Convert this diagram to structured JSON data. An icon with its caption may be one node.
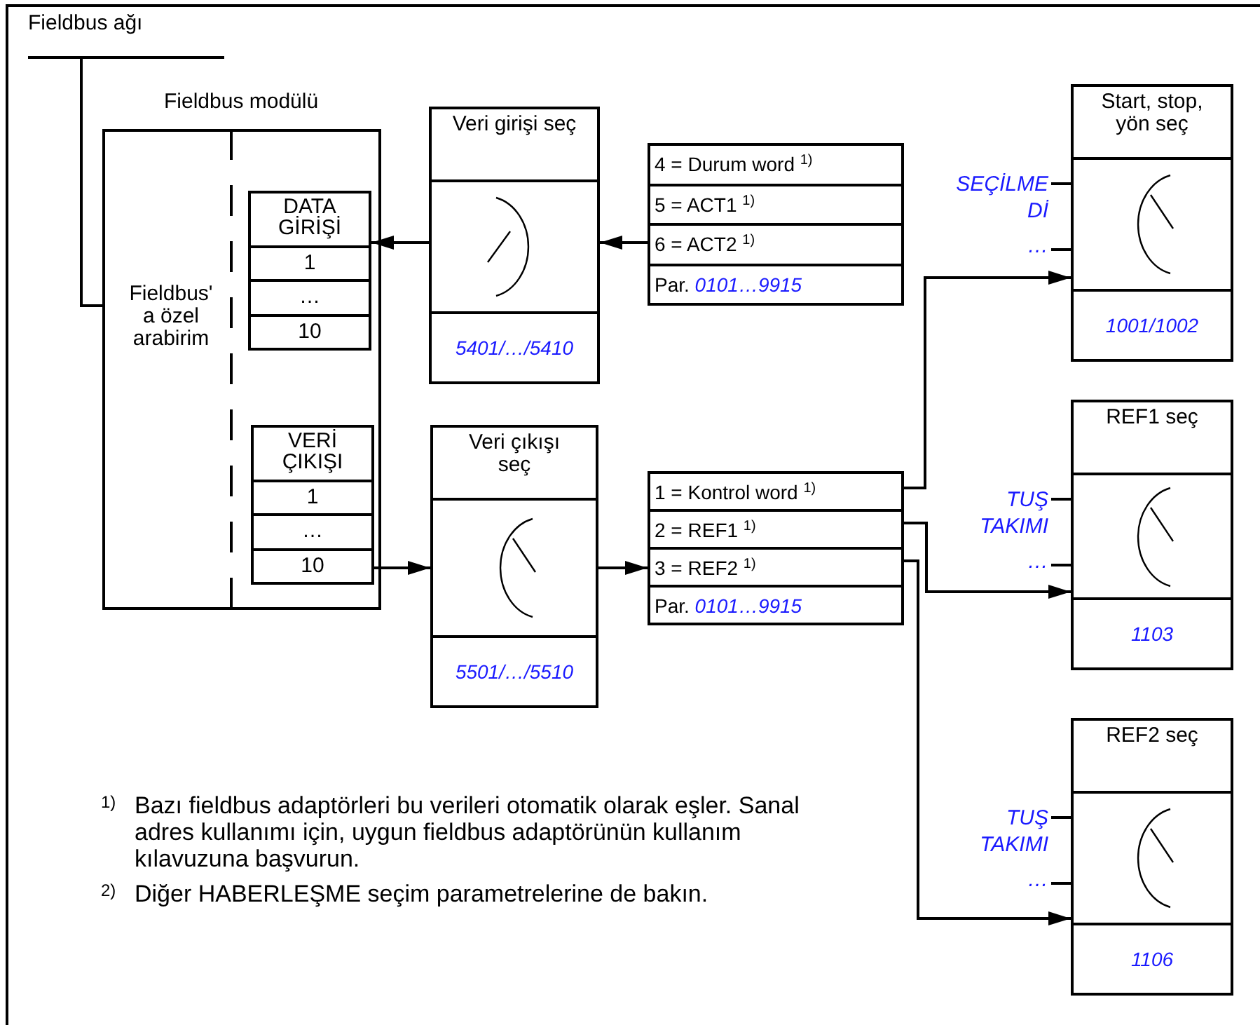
{
  "diagram": {
    "nodes": [
      {
        "text": [
          "Fieldbus ağı"
        ]
      },
      {
        "text": [
          "Fieldbus modülü",
          "Fieldbus' a özel arabirim"
        ]
      },
      {
        "text": [
          "DATA GİRİŞİ",
          "1",
          "…",
          "10"
        ],
        "in": 1
      },
      {
        "text": [
          "VERİ ÇIKIŞI",
          "1",
          "…",
          "10"
        ],
        "in": 1
      },
      {
        "text": [
          "Veri girişi seç",
          "5401/…/5410"
        ]
      },
      {
        "text": [
          "4 = Durum word $^{1)}$",
          "5 = ACT1 $^{1)}$",
          "6 = ACT2 $^{1)}$",
          "Par. *0101…9915*"
        ]
      },
      {
        "text": [
          "Veri çıkışı seç",
          "5501/…/5510"
        ]
      },
      {
        "text": [
          "1 = Kontrol word $^{1)}$",
          "2 = REF1 $^{1)}$",
          "3 = REF2 $^{1)}$",
          "Par. *0101…9915*"
        ]
      },
      {
        "text": [
          "Start, stop, yön seç",
          "1001/1002"
        ],
        "beside": [
          "SEÇİLME Dİ",
          "…"
        ]
      },
      {
        "text": [
          "REF1 seç",
          "1103"
        ],
        "beside": [
          "TUŞ TAKIMI",
          "…"
        ]
      },
      {
        "text": [
          "REF2 seç",
          "1106"
        ],
        "beside": [
          "TUŞ TAKIMI",
          "…"
        ]
      }
    ],
    "edges": [
      {
        "from": 0,
        "to": 1,
        "arrow": "none"
      },
      {
        "from": 4,
        "to": 2,
        "arrow": "to"
      },
      {
        "from": 5,
        "to": 4,
        "arrow": "to"
      },
      {
        "from": 3,
        "to": 6,
        "arrow": "to"
      },
      {
        "from": 6,
        "to": 7,
        "arrow": "to"
      },
      {
        "from": 7,
        "to": 8,
        "arrow": "to"
      },
      {
        "from": 7,
        "to": 9,
        "arrow": "to"
      },
      {
        "from": 7,
        "to": 10,
        "arrow": "to"
      }
    ],
    "labels": [
      "1)",
      "Bazı fieldbus adaptörleri bu verileri otomatik olarak eşler. Sanal adres kullanımı için, uygun fieldbus adaptörünün kullanım kılavuzuna başvurun.",
      "2)",
      "Diğer HABERLEŞME seçim parametrelerine de bakın."
    ]
  }
}
